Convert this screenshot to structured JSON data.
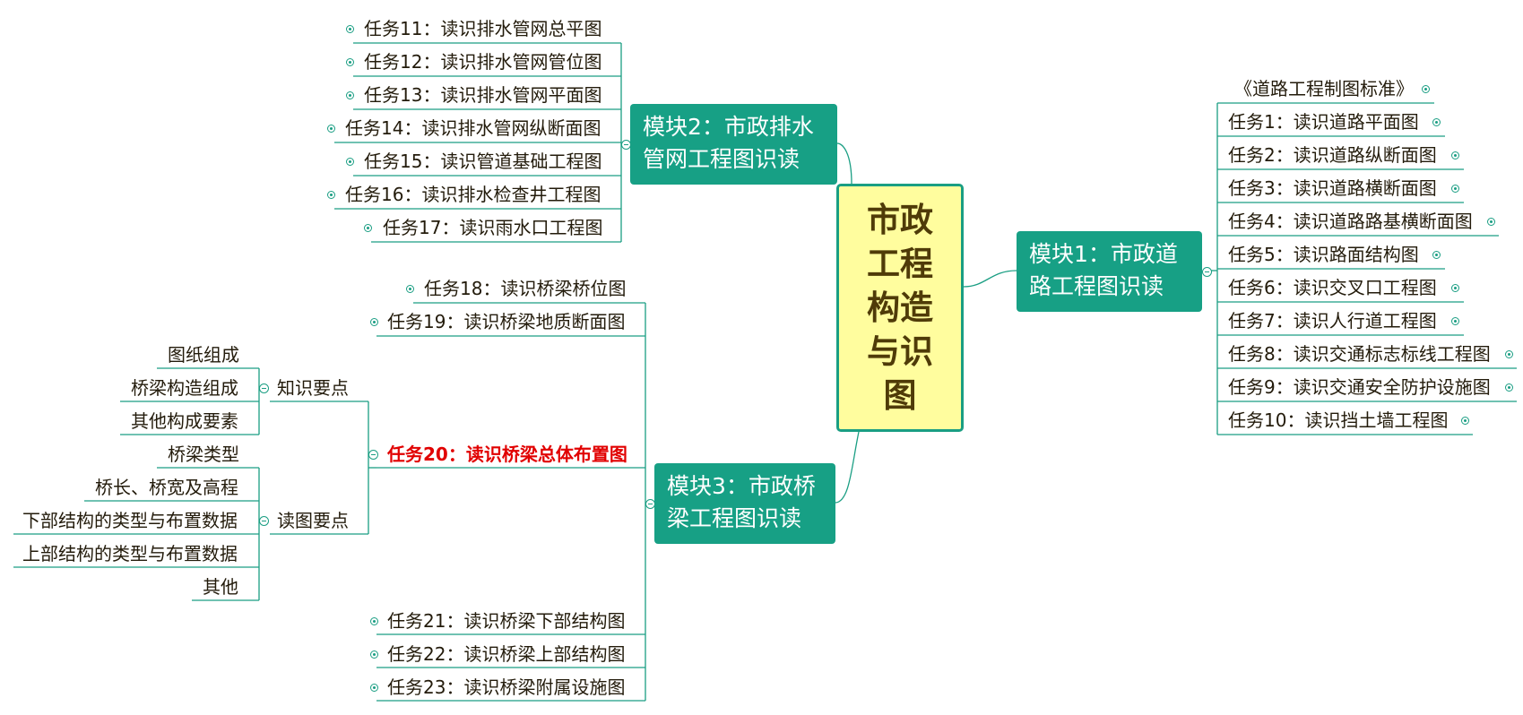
{
  "central": "市政工程构造与识图",
  "module1": {
    "title": "模块1：市政道路工程图识读",
    "items": [
      "《道路工程制图标准》",
      "任务1：读识道路平面图",
      "任务2：读识道路纵断面图",
      "任务3：读识道路横断面图",
      "任务4：读识道路路基横断面图",
      "任务5：读识路面结构图",
      "任务6：读识交叉口工程图",
      "任务7：读识人行道工程图",
      "任务8：读识交通标志标线工程图",
      "任务9：读识交通安全防护设施图",
      "任务10：读识挡土墙工程图"
    ]
  },
  "module2": {
    "title": "模块2：市政排水管网工程图识读",
    "items": [
      "任务11：读识排水管网总平图",
      "任务12：读识排水管网管位图",
      "任务13：读识排水管网平面图",
      "任务14：读识排水管网纵断面图",
      "任务15：读识管道基础工程图",
      "任务16：读识排水检查井工程图",
      "任务17：读识雨水口工程图"
    ]
  },
  "module3": {
    "title": "模块3：市政桥梁工程图识读",
    "items": [
      "任务18：读识桥梁桥位图",
      "任务19：读识桥梁地质断面图",
      "任务20：读识桥梁总体布置图",
      "任务21：读识桥梁下部结构图",
      "任务22：读识桥梁上部结构图",
      "任务23：读识桥梁附属设施图"
    ],
    "task20": {
      "knowledge": {
        "label": "知识要点",
        "items": [
          "图纸组成",
          "桥梁构造组成",
          "其他构成要素"
        ]
      },
      "reading": {
        "label": "读图要点",
        "items": [
          "桥梁类型",
          "桥长、桥宽及高程",
          "下部结构的类型与布置数据",
          "上部结构的类型与布置数据",
          "其他"
        ]
      }
    }
  },
  "colors": {
    "line": "#1a9e83",
    "module_fill": "#17a085",
    "central_fill": "#fffd9e",
    "central_text": "#4f3b08",
    "highlight_text": "#e10000"
  }
}
